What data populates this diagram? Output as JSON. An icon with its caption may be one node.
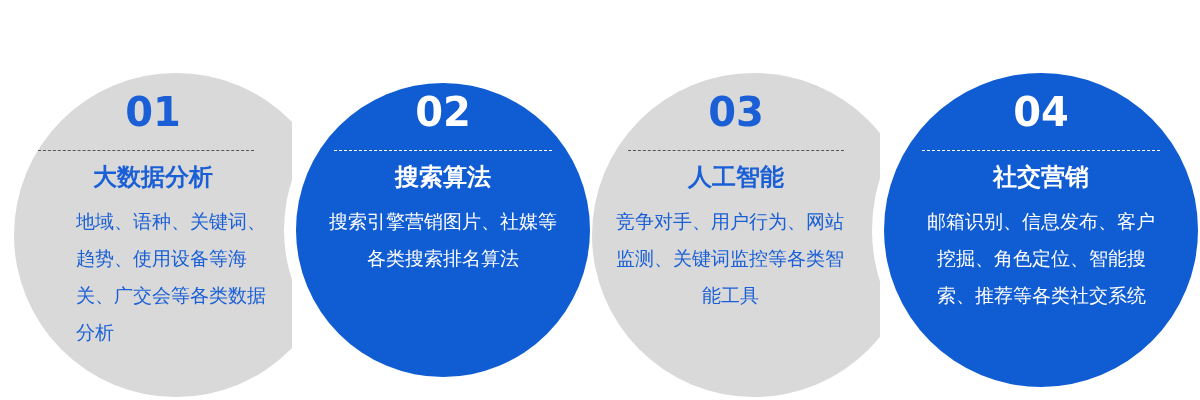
{
  "diagram": {
    "nodes": [
      {
        "text": [
          "01",
          "大数据分析",
          "地域、语种、关键词、趋势、使用设备等海关、广交会等各类数据分析"
        ]
      },
      {
        "text": [
          "02",
          "搜索算法",
          "搜索引擎营销图片、社媒等各类搜索排名算法"
        ]
      },
      {
        "text": [
          "03",
          "人工智能",
          "竞争对手、用户行为、网站监测、关键词监控等各类智能工具"
        ]
      },
      {
        "text": [
          "04",
          "社交营销",
          "邮箱识别、信息发布、客户挖掘、角色定位、智能搜索、推荐等各类社交系统"
        ]
      }
    ],
    "edges": []
  }
}
